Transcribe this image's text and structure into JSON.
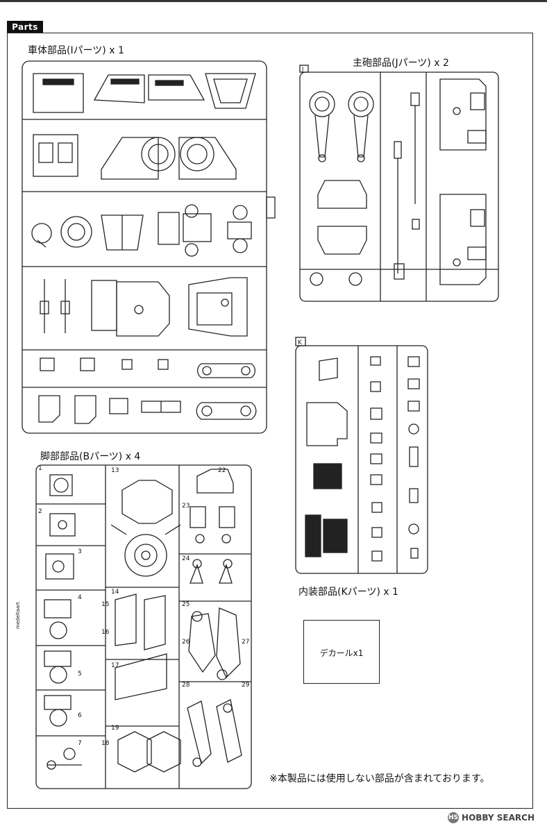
{
  "header": {
    "tab_label": "Parts"
  },
  "sprues": {
    "i": {
      "label": "車体部品(Iパーツ) x 1",
      "letter": "I"
    },
    "j": {
      "label": "主砲部品(Jパーツ) x 2",
      "letter": "J"
    },
    "k": {
      "label": "内装部品(Kパーツ) x 1",
      "letter": "K"
    },
    "b": {
      "label": "脚部部品(Bパーツ) x 4",
      "letter": "B",
      "part_numbers_left": [
        "1",
        "2",
        "3",
        "4",
        "5",
        "6",
        "7"
      ],
      "part_numbers_mid": [
        "13",
        "14",
        "15",
        "16",
        "17",
        "18",
        "19"
      ],
      "part_numbers_right": [
        "22",
        "23",
        "24",
        "25",
        "26",
        "27",
        "28",
        "29"
      ],
      "side_stamp": "medeltaart"
    }
  },
  "decal": {
    "label": "デカールx1"
  },
  "note": "※本製品には使用しない部品が含まれております。",
  "watermark": {
    "text": "HOBBY SEARCH",
    "mark": "HS"
  }
}
